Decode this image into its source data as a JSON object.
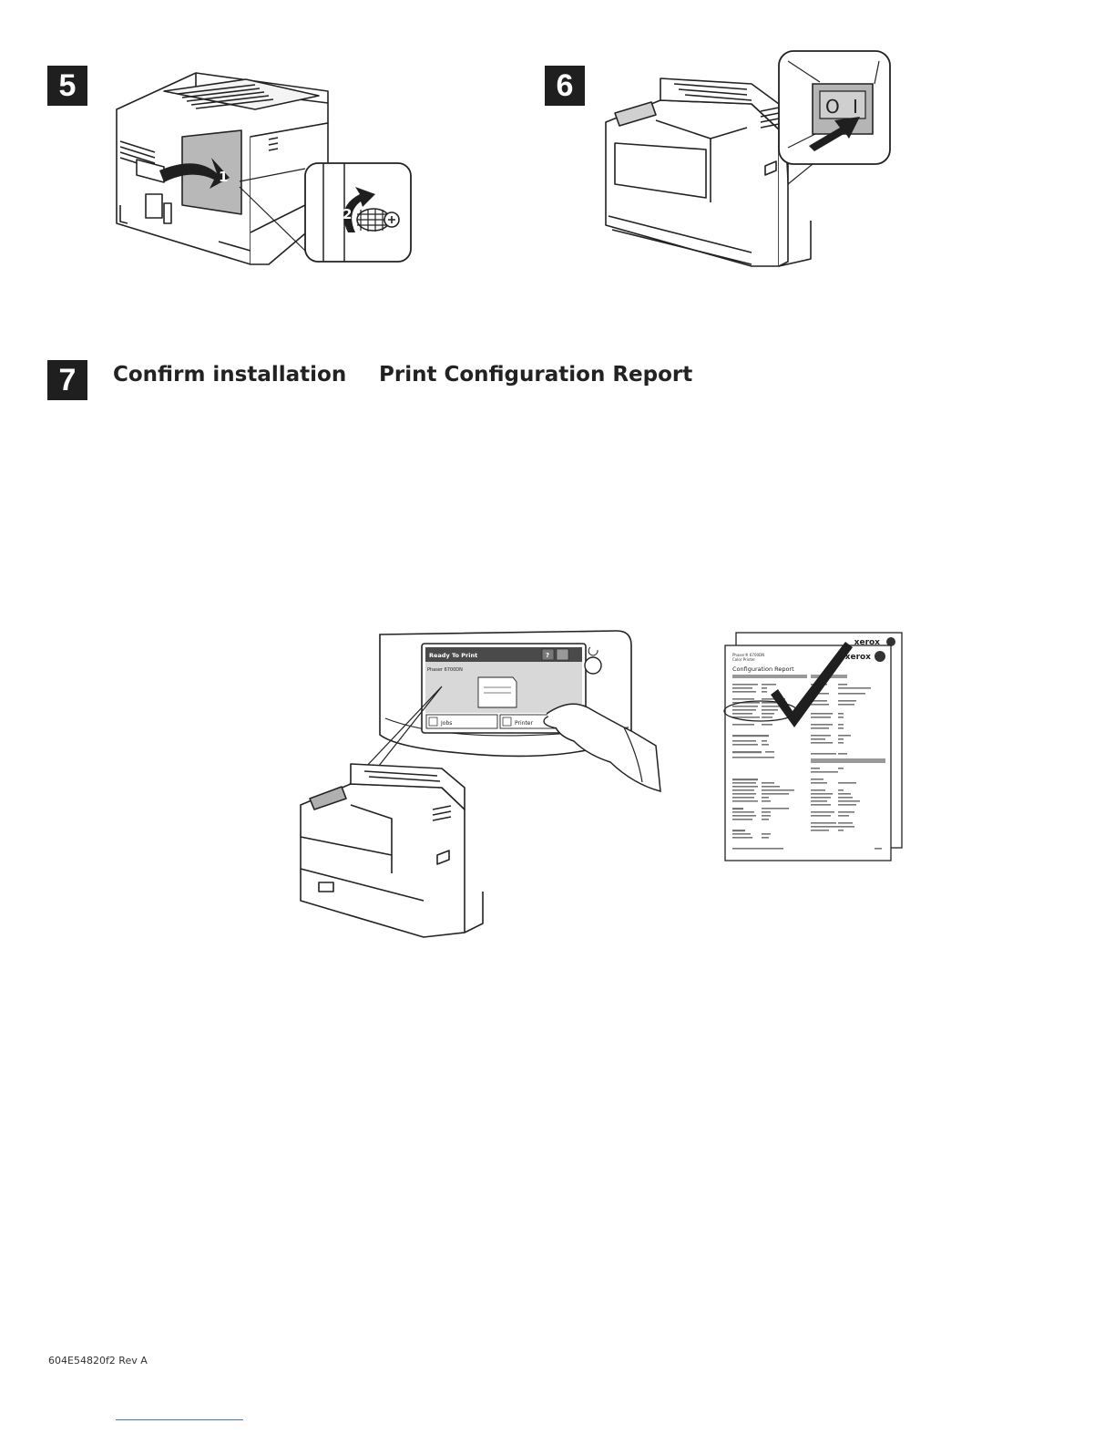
{
  "steps": {
    "s5": {
      "number": "5",
      "callout1": "1",
      "callout2": "2"
    },
    "s6": {
      "number": "6",
      "switch_off": "O",
      "switch_on": "I"
    },
    "s7": {
      "number": "7",
      "heading_confirm": "Confirm installation",
      "heading_report": "Print Configuration Report",
      "panel": {
        "status": "Ready To Print",
        "model": "Phaser 6700DN",
        "help_label": "?",
        "btn_jobs": "Jobs",
        "btn_printer": "Printer"
      },
      "report": {
        "brand": "xerox",
        "title": "Configuration Report",
        "model_line": "Phaser® 6700DN",
        "sub_line": "Color Printer"
      }
    }
  },
  "footer": {
    "doc_id": "604E54820f2 Rev A"
  }
}
